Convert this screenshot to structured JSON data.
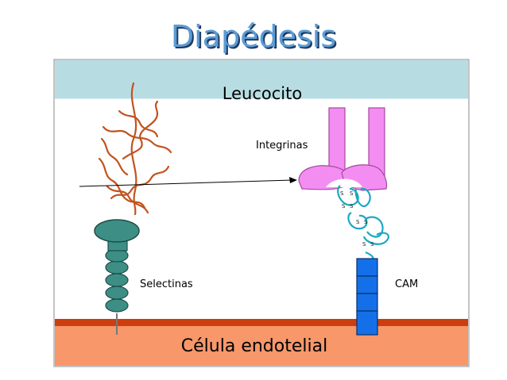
{
  "title": "Diapédesis",
  "regions": {
    "leucocyte_label": "Leucocito",
    "endothelial_label": "Célula endotelial"
  },
  "molecules": {
    "integrins_label": "Integrinas",
    "selectins_label": "Selectinas",
    "cam_label": "CAM",
    "disulfide_letter": "S"
  },
  "colors": {
    "leucocyte": "#b7dde3",
    "endothelium": "#f7976a",
    "membrane_dark": "#cc3e0e",
    "integrin": "#f48df2",
    "selectin": "#3d8f86",
    "cam": "#1470e8",
    "glycocalyx": "#c2531e",
    "loop": "#1ba8c2"
  }
}
